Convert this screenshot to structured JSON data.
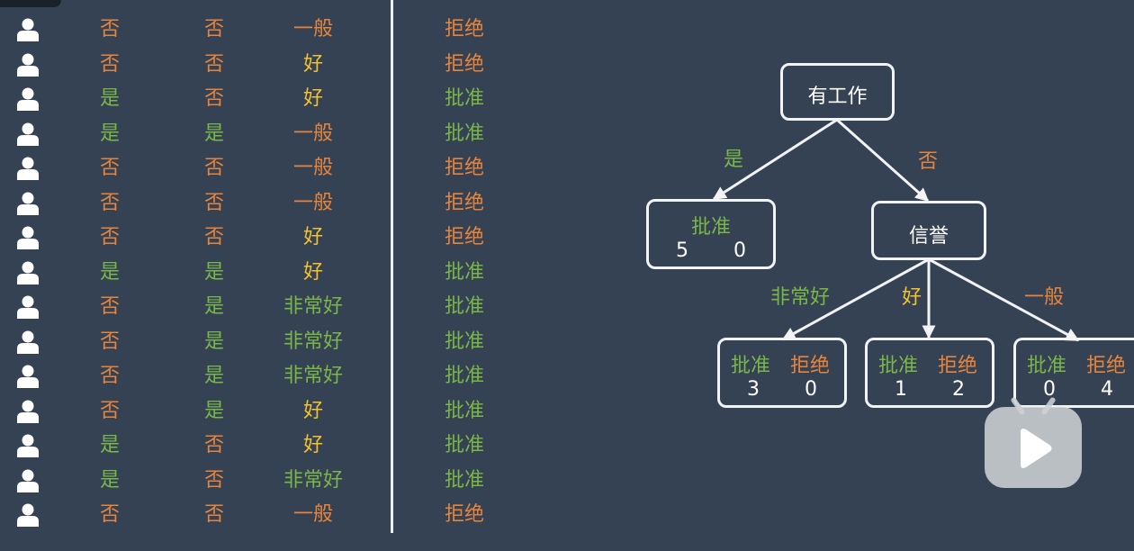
{
  "table": {
    "rows": [
      {
        "c1": "否",
        "c2": "否",
        "c3": "一般",
        "c4": "拒绝"
      },
      {
        "c1": "否",
        "c2": "否",
        "c3": "好",
        "c4": "拒绝"
      },
      {
        "c1": "是",
        "c2": "否",
        "c3": "好",
        "c4": "批准"
      },
      {
        "c1": "是",
        "c2": "是",
        "c3": "一般",
        "c4": "批准"
      },
      {
        "c1": "否",
        "c2": "否",
        "c3": "一般",
        "c4": "拒绝"
      },
      {
        "c1": "否",
        "c2": "否",
        "c3": "一般",
        "c4": "拒绝"
      },
      {
        "c1": "否",
        "c2": "否",
        "c3": "好",
        "c4": "拒绝"
      },
      {
        "c1": "是",
        "c2": "是",
        "c3": "好",
        "c4": "批准"
      },
      {
        "c1": "否",
        "c2": "是",
        "c3": "非常好",
        "c4": "批准"
      },
      {
        "c1": "否",
        "c2": "是",
        "c3": "非常好",
        "c4": "批准"
      },
      {
        "c1": "否",
        "c2": "是",
        "c3": "非常好",
        "c4": "批准"
      },
      {
        "c1": "否",
        "c2": "是",
        "c3": "好",
        "c4": "批准"
      },
      {
        "c1": "是",
        "c2": "否",
        "c3": "好",
        "c4": "批准"
      },
      {
        "c1": "是",
        "c2": "否",
        "c3": "非常好",
        "c4": "批准"
      },
      {
        "c1": "否",
        "c2": "否",
        "c3": "一般",
        "c4": "拒绝"
      }
    ]
  },
  "tree": {
    "root": "有工作",
    "edge_yes": "是",
    "edge_no": "否",
    "leaf_yes": {
      "label": "批准",
      "approve": "5",
      "reject": "0"
    },
    "credit": "信誉",
    "edge_very_good": "非常好",
    "edge_good": "好",
    "edge_average": "一般",
    "leaf_very_good": {
      "approve_label": "批准",
      "reject_label": "拒绝",
      "approve": "3",
      "reject": "0"
    },
    "leaf_good": {
      "approve_label": "批准",
      "reject_label": "拒绝",
      "approve": "1",
      "reject": "2"
    },
    "leaf_average": {
      "approve_label": "批准",
      "reject_label": "拒绝",
      "approve": "0",
      "reject": "4"
    }
  },
  "colors": {
    "yes": "#7ab648",
    "no": "#e7843c",
    "good": "#f2c230",
    "background": "#344254"
  },
  "icons": {
    "row_icon": "person-icon",
    "overlay": "play-button-icon"
  }
}
